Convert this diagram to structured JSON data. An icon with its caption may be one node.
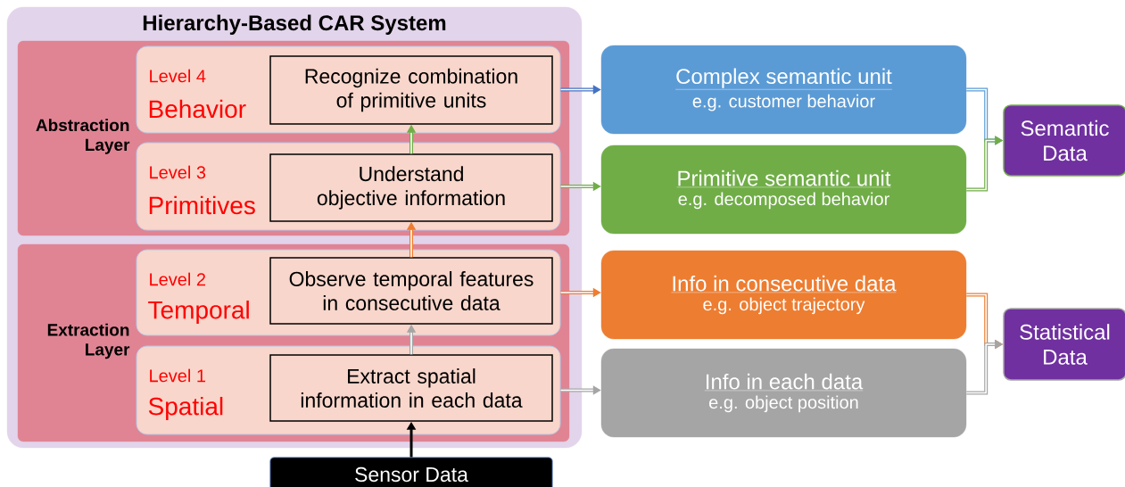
{
  "diagram": {
    "nodes": [
      {
        "text": [
          "Hierarchy-Based CAR System"
        ]
      },
      {
        "text": [
          "Abstraction Layer"
        ],
        "in": 0
      },
      {
        "text": [
          "Level 4",
          "Behavior"
        ],
        "in": 1
      },
      {
        "text": [
          "Recognize combination of primitive units"
        ],
        "in": 2
      },
      {
        "text": [
          "Level 3",
          "Primitives"
        ],
        "in": 1
      },
      {
        "text": [
          "Understand objective information"
        ],
        "in": 4
      },
      {
        "text": [
          "Extraction Layer"
        ],
        "in": 0
      },
      {
        "text": [
          "Level 2",
          "Temporal"
        ],
        "in": 6
      },
      {
        "text": [
          "Observe temporal features in consecutive data"
        ],
        "in": 7
      },
      {
        "text": [
          "Level 1",
          "Spatial"
        ],
        "in": 6
      },
      {
        "text": [
          "Extract spatial information in each data"
        ],
        "in": 9
      },
      {
        "text": [
          "Sensor Data"
        ]
      },
      {
        "text": [
          "Complex semantic unit",
          "e.g. customer behavior"
        ]
      },
      {
        "text": [
          "Primitive semantic unit",
          "e.g. decomposed behavior"
        ]
      },
      {
        "text": [
          "Info in consecutive data",
          "e.g. object trajectory"
        ]
      },
      {
        "text": [
          "Info in each data",
          "e.g. object position"
        ]
      },
      {
        "text": [
          "Semantic Data"
        ]
      },
      {
        "text": [
          "Statistical Data"
        ]
      }
    ],
    "edges": [
      {
        "from": 11,
        "to": 10,
        "arrow": "to",
        "color": "#000000"
      },
      {
        "from": 10,
        "to": 8,
        "arrow": "to",
        "color": "#a5a5a5"
      },
      {
        "from": 8,
        "to": 5,
        "arrow": "to",
        "color": "#ed7d31"
      },
      {
        "from": 5,
        "to": 3,
        "arrow": "to",
        "color": "#70ad47"
      },
      {
        "from": 2,
        "to": 12,
        "arrow": "to",
        "color": "#4472c4"
      },
      {
        "from": 4,
        "to": 13,
        "arrow": "to",
        "color": "#70ad47"
      },
      {
        "from": 7,
        "to": 14,
        "arrow": "to",
        "color": "#ed7d31"
      },
      {
        "from": 9,
        "to": 15,
        "arrow": "to",
        "color": "#a5a5a5"
      },
      {
        "from": 12,
        "to": 16,
        "arrow": "to",
        "color": "#5b9bd5"
      },
      {
        "from": 13,
        "to": 16,
        "arrow": "to",
        "color": "#70ad47"
      },
      {
        "from": 14,
        "to": 17,
        "arrow": "to",
        "color": "#ed7d31"
      },
      {
        "from": 15,
        "to": 17,
        "arrow": "to",
        "color": "#a5a5a5"
      }
    ]
  }
}
